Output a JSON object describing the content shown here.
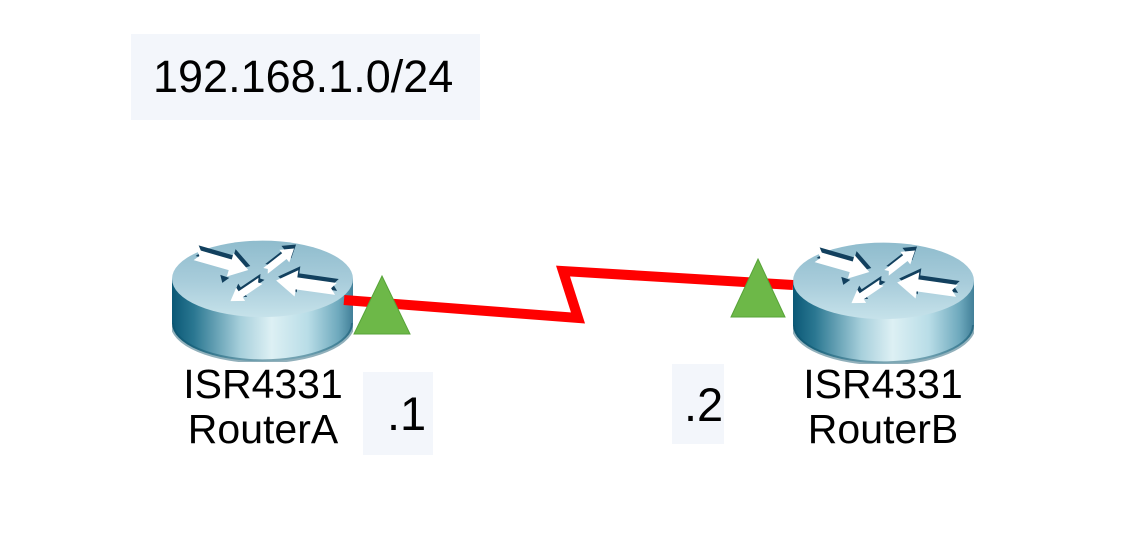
{
  "workspace": {
    "tool": "network-simulator-logical-canvas",
    "background_color": "#ffffff"
  },
  "notes": {
    "network": "192.168.1.0/24"
  },
  "devices": [
    {
      "type": "router",
      "model": "ISR4331",
      "name": "RouterA"
    },
    {
      "type": "router",
      "model": "ISR4331",
      "name": "RouterB"
    }
  ],
  "link": {
    "type": "serial",
    "style": "lightning-zigzag",
    "status": "up",
    "color": "#ff0000",
    "status_color": "#6db848",
    "endpoints": [
      {
        "device": "RouterA",
        "address_label": ".1"
      },
      {
        "device": "RouterB",
        "address_label": ".2"
      }
    ]
  },
  "colors": {
    "note_background": "#f3f6fb",
    "text": "#000000",
    "router_top": "#a9cddb",
    "router_body_dark": "#0b5876",
    "router_body_light": "#ddf0f4",
    "arrow_shadow": "#12405e",
    "arrow_fill": "#ffffff"
  }
}
